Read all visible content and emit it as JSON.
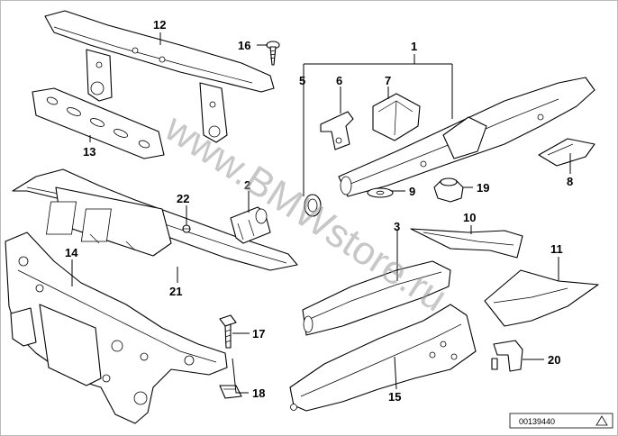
{
  "diagram": {
    "callouts": [
      "1",
      "2",
      "3",
      "5",
      "6",
      "7",
      "8",
      "9",
      "10",
      "11",
      "12",
      "13",
      "14",
      "15",
      "16",
      "17",
      "18",
      "19",
      "20",
      "21",
      "22"
    ],
    "watermark": "www.BMWstore.ru",
    "reference_number": "00139440"
  }
}
